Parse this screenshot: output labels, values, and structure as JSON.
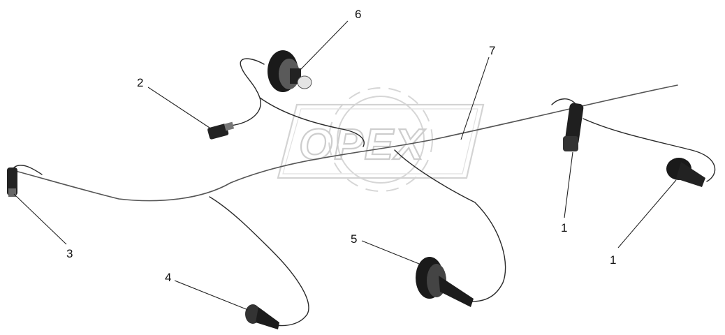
{
  "watermark": {
    "text": "OPEX"
  },
  "callouts": [
    {
      "id": "c6",
      "label": "6"
    },
    {
      "id": "c7",
      "label": "7"
    },
    {
      "id": "c2",
      "label": "2"
    },
    {
      "id": "c3",
      "label": "3"
    },
    {
      "id": "c4",
      "label": "4"
    },
    {
      "id": "c5",
      "label": "5"
    },
    {
      "id": "c1a",
      "label": "1"
    },
    {
      "id": "c1b",
      "label": "1"
    }
  ]
}
